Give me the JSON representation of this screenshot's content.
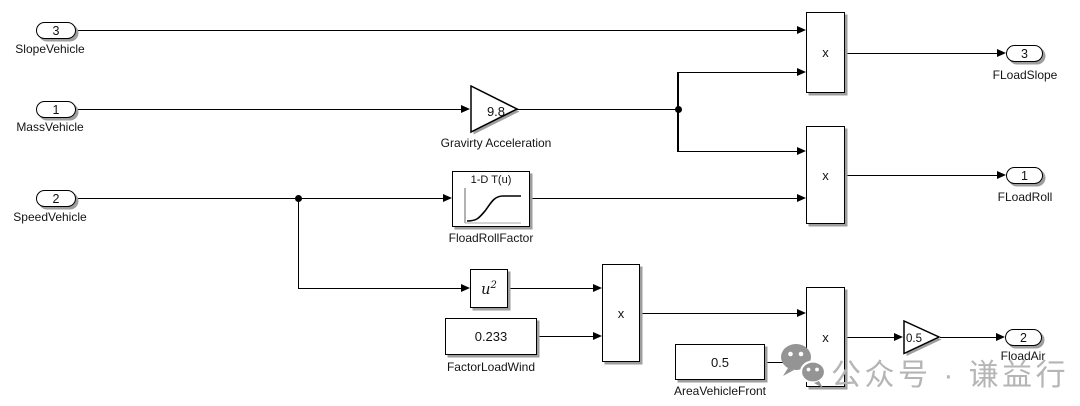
{
  "diagram": {
    "inports": [
      {
        "num": "3",
        "label": "SlopeVehicle"
      },
      {
        "num": "1",
        "label": "MassVehicle"
      },
      {
        "num": "2",
        "label": "SpeedVehicle"
      }
    ],
    "outports": [
      {
        "num": "3",
        "label": "FLoadSlope"
      },
      {
        "num": "1",
        "label": "FLoadRoll"
      },
      {
        "num": "2",
        "label": "FloadAir"
      }
    ],
    "blocks": {
      "gravity_gain": {
        "value": "9.8",
        "label": "Gravirty Acceleration"
      },
      "roll_lookup": {
        "title": "1-D T(u)",
        "label": "FloadRollFactor"
      },
      "square": {
        "base": "u",
        "exp": "2"
      },
      "wind_const": {
        "value": "0.233",
        "label": "FactorLoadWind"
      },
      "area_const": {
        "value": "0.5",
        "label": "AreaVehicleFront"
      },
      "air_gain": {
        "value": "0.5"
      },
      "product_op": "x"
    }
  },
  "watermark": {
    "icon": "wechat-icon",
    "text": "公众号 · 谦益行"
  },
  "colors": {
    "line": "#000000",
    "block_fill": "#ffffff",
    "shadow": "#9e9e9e",
    "watermark": "#b5b5b5"
  }
}
